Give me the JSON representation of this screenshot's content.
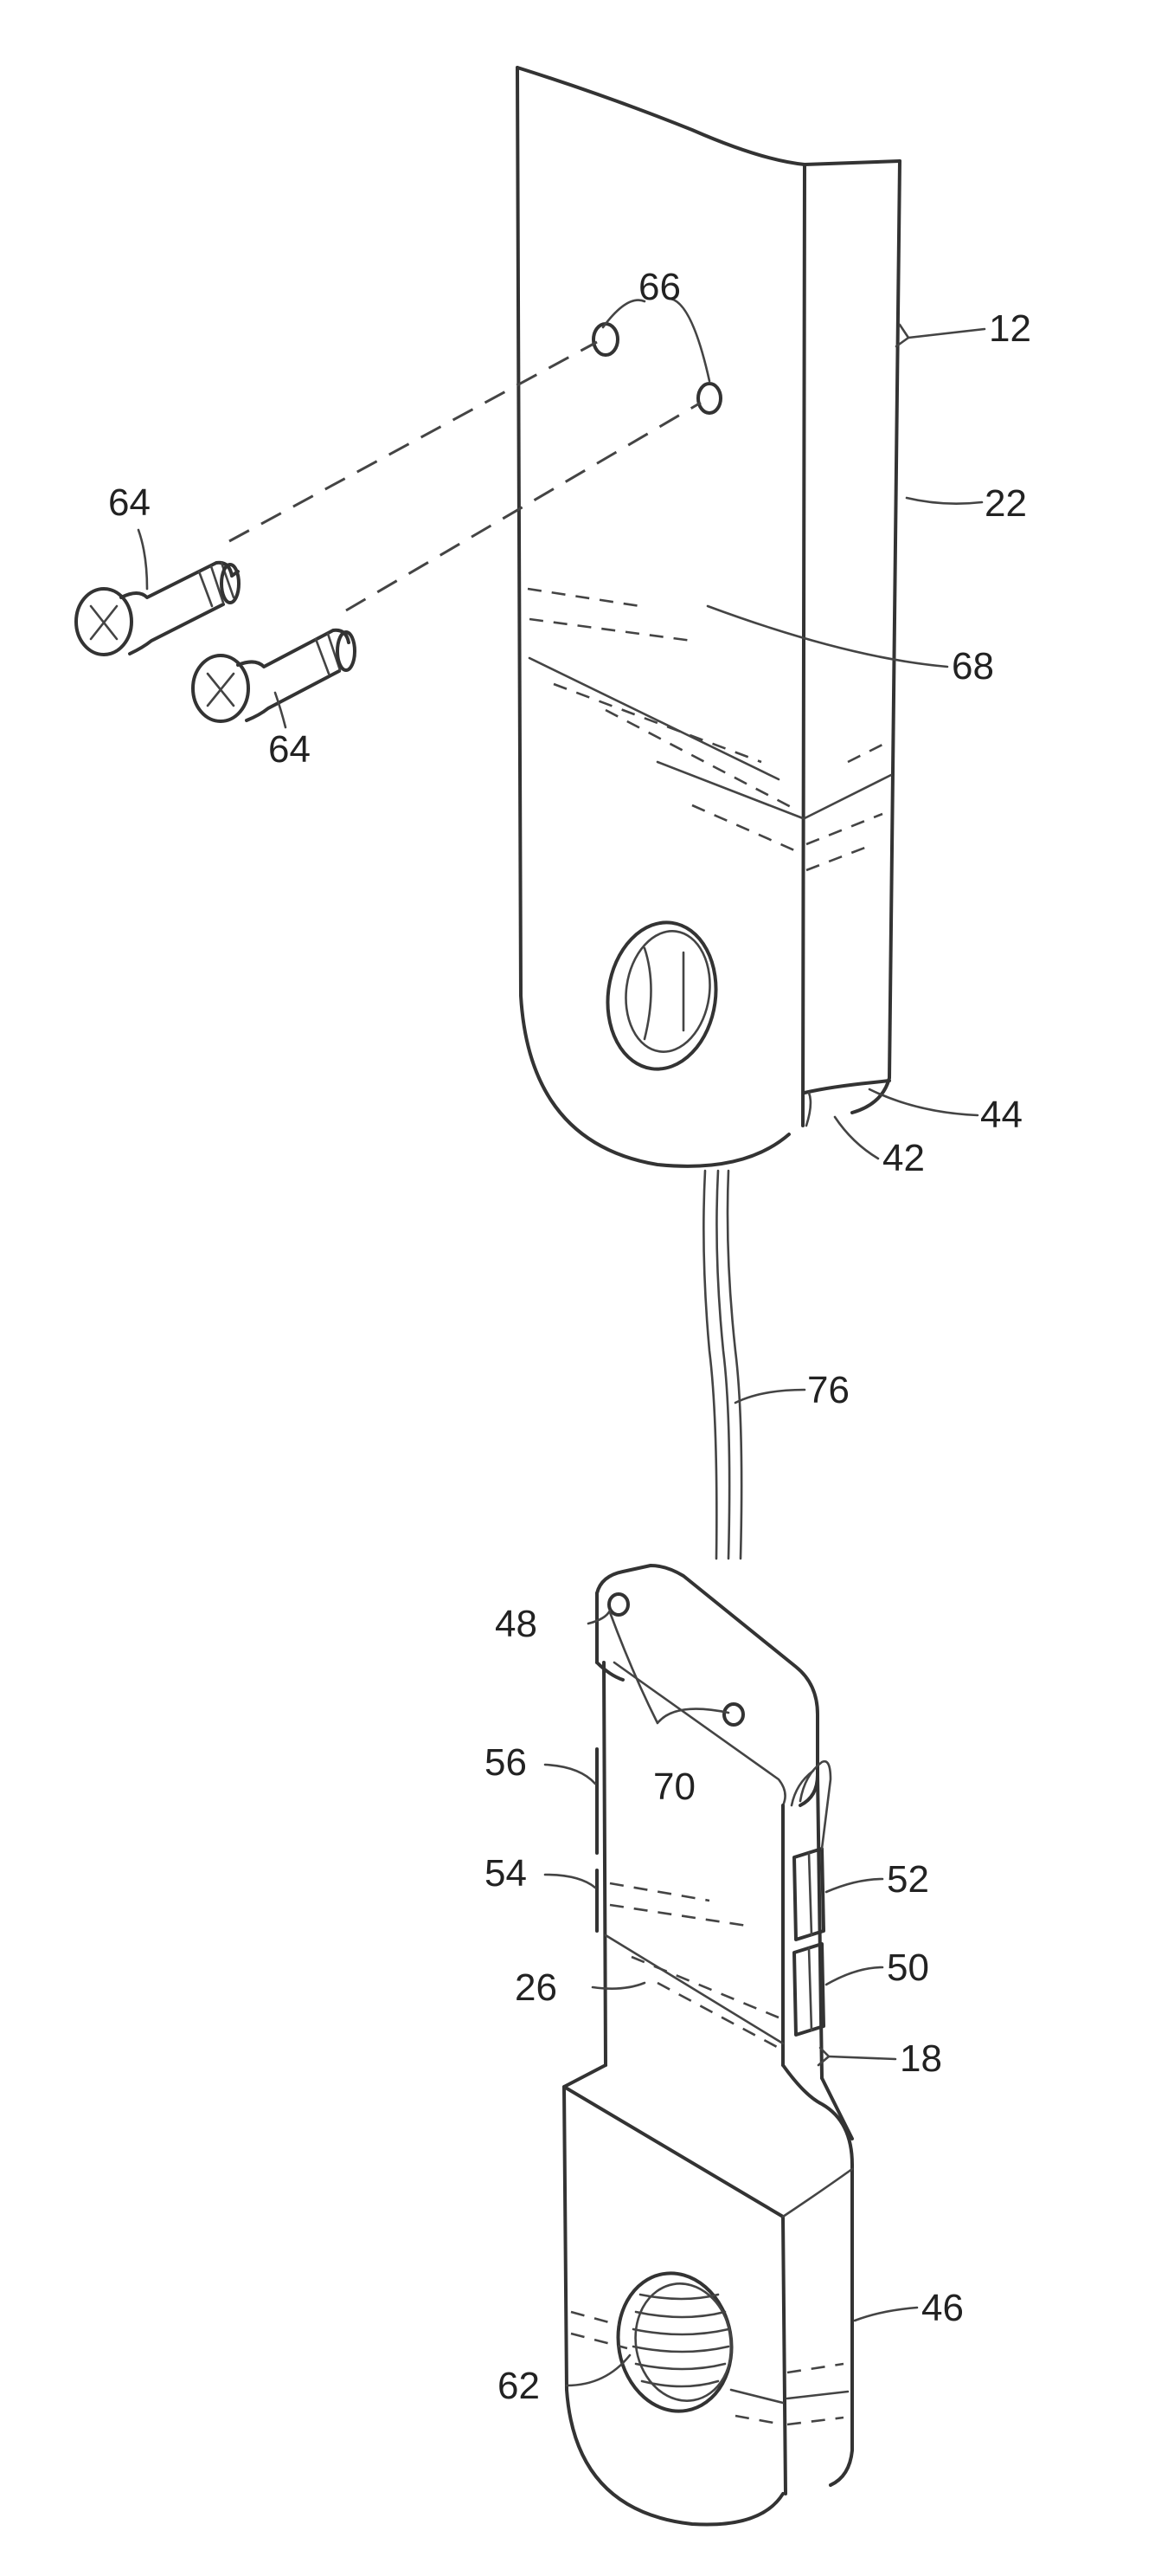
{
  "diagram": {
    "labels": {
      "l12": "12",
      "l22": "22",
      "l66": "66",
      "l64a": "64",
      "l64b": "64",
      "l68": "68",
      "l44": "44",
      "l42": "42",
      "l76": "76",
      "l48": "48",
      "l70": "70",
      "l56": "56",
      "l54": "54",
      "l52": "52",
      "l50": "50",
      "l26": "26",
      "l18": "18",
      "l46": "46",
      "l62": "62"
    }
  }
}
